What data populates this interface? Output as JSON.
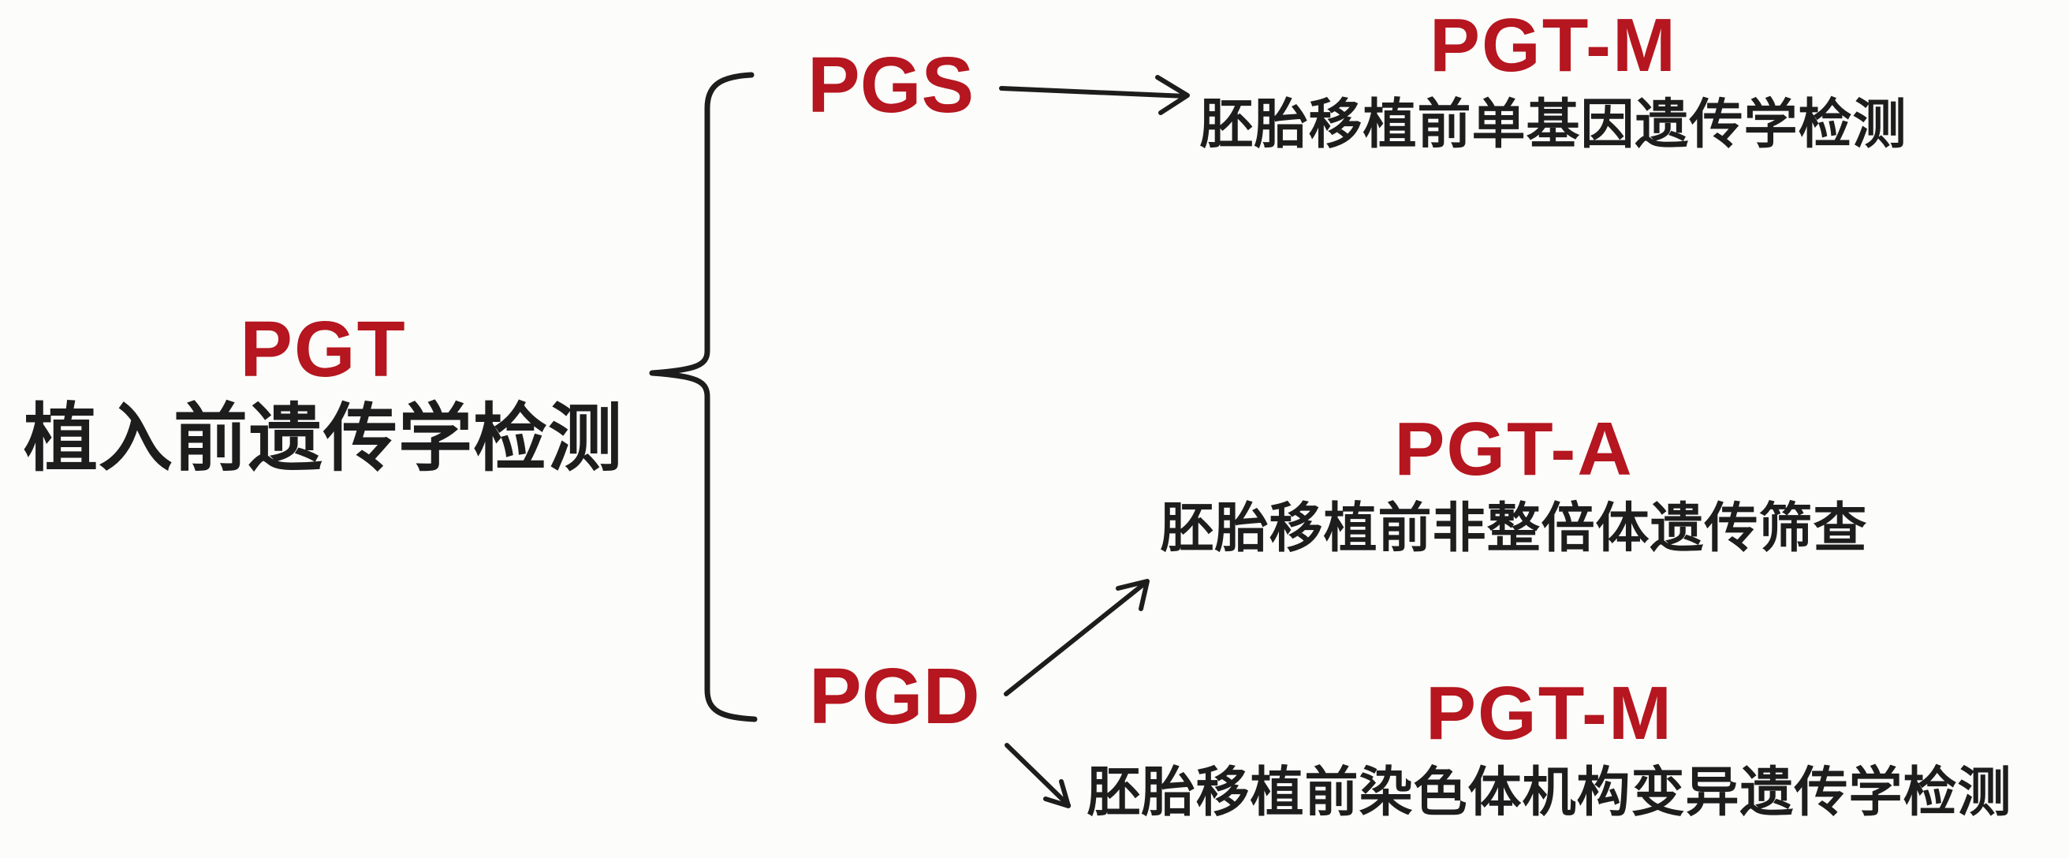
{
  "colors": {
    "background": "#fcfcfa",
    "accent_red": "#b5161f",
    "text_black": "#1d1d1d",
    "line": "#1d1d1d"
  },
  "root": {
    "acronym": "PGT",
    "label": "植入前遗传学检测"
  },
  "branches": [
    {
      "acronym": "PGS"
    },
    {
      "acronym": "PGD"
    }
  ],
  "leaves": [
    {
      "acronym": "PGT-M",
      "label": "胚胎移植前单基因遗传学检测"
    },
    {
      "acronym": "PGT-A",
      "label": "胚胎移植前非整倍体遗传筛查"
    },
    {
      "acronym": "PGT-M",
      "label": "胚胎移植前染色体机构变异遗传学检测"
    }
  ],
  "connections": [
    {
      "from": "PGT",
      "to": "PGS, PGD",
      "type": "brace"
    },
    {
      "from": "PGS",
      "to": "PGT-M",
      "type": "arrow"
    },
    {
      "from": "PGD",
      "to": "PGT-A",
      "type": "arrow"
    },
    {
      "from": "PGD",
      "to": "PGT-M",
      "type": "arrow"
    }
  ]
}
